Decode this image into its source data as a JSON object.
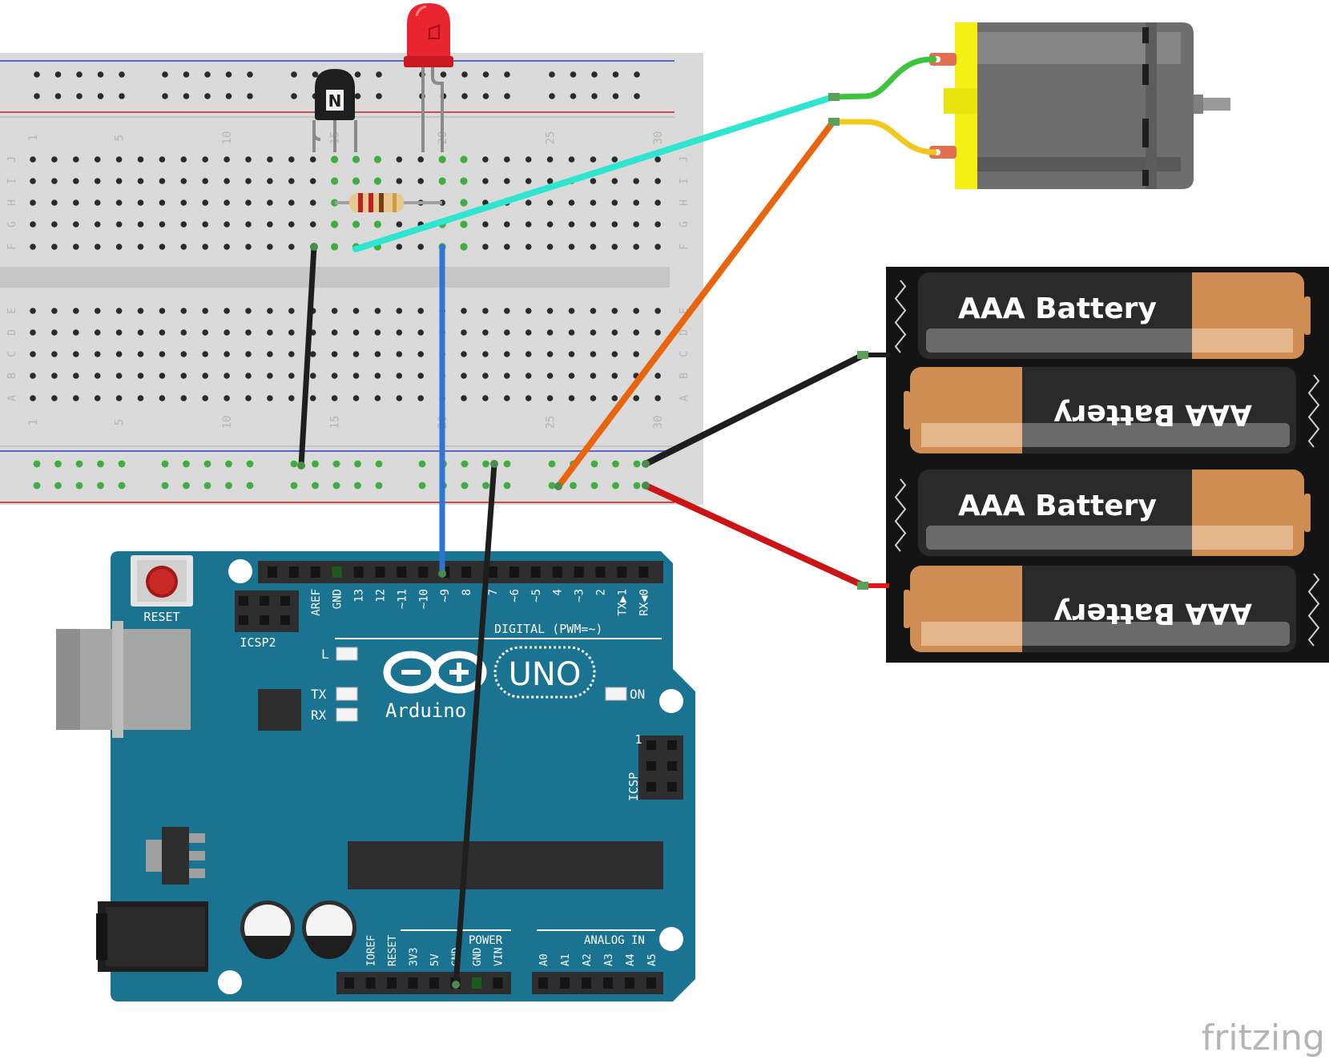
{
  "breadboard": {
    "column_numbers_top": [
      "1",
      "5",
      "10",
      "15",
      "20",
      "25",
      "30"
    ],
    "column_numbers_bottom": [
      "1",
      "5",
      "10",
      "15",
      "20",
      "25",
      "30"
    ],
    "row_letters_top": [
      "J",
      "I",
      "H",
      "G",
      "F"
    ],
    "row_letters_bottom": [
      "E",
      "D",
      "C",
      "B",
      "A"
    ]
  },
  "transistor": {
    "marking": "N"
  },
  "arduino": {
    "reset_label": "RESET",
    "icsp2_label": "ICSP2",
    "icsp_label": "ICSP",
    "icsp_pin1": "1",
    "digital_pins": [
      "AREF",
      "GND",
      "13",
      "12",
      "~11",
      "~10",
      "~9",
      "8",
      "7",
      "~6",
      "~5",
      "4",
      "~3",
      "2",
      "TX▶1",
      "RX◀0"
    ],
    "digital_label": "DIGITAL (PWM=~)",
    "led_l": "L",
    "led_tx": "TX",
    "led_rx": "RX",
    "led_on": "ON",
    "brand": "Arduino",
    "model": "UNO",
    "power_label": "POWER",
    "analog_label": "ANALOG IN",
    "power_pins": [
      "IOREF",
      "RESET",
      "3V3",
      "5V",
      "GND",
      "GND",
      "VIN"
    ],
    "analog_pins": [
      "A0",
      "A1",
      "A2",
      "A3",
      "A4",
      "A5"
    ]
  },
  "battery_pack": {
    "cells": [
      "AAA Battery",
      "AAA Battery",
      "AAA Battery",
      "AAA Battery"
    ]
  },
  "watermark": "fritzing",
  "colors": {
    "wire_cyan": "#2ee6d0",
    "wire_orange": "#e8650e",
    "wire_blue": "#2f74d0",
    "wire_black": "#1e1e1e",
    "wire_red": "#cc1414",
    "motor_lead_green": "#3cc43c",
    "motor_lead_yellow": "#f2c81e",
    "arduino_blue": "#1a7390",
    "led_red": "#e8242e"
  }
}
